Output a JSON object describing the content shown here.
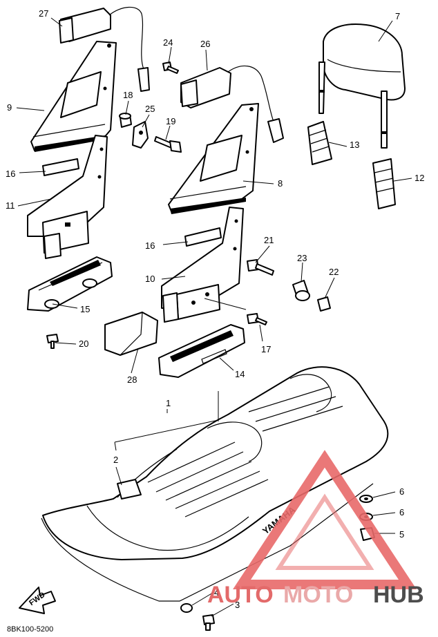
{
  "diagram": {
    "ref_code": "8BK100-5200",
    "fwd_label": "FWD",
    "seat_brand": "YAMAHA",
    "callouts": [
      "1",
      "2",
      "3",
      "4",
      "5",
      "6",
      "6",
      "7",
      "8",
      "9",
      "10",
      "11",
      "12",
      "13",
      "14",
      "15",
      "16",
      "16",
      "17",
      "18",
      "19",
      "20",
      "21",
      "22",
      "23",
      "24",
      "25",
      "26",
      "27",
      "28"
    ]
  },
  "watermark": {
    "part1": "AUTO",
    "part2": "MOTO",
    "part3": "HUB",
    "colors": {
      "auto": "#e05a5a",
      "moto": "#e8a0a0",
      "hub": "#3a3a3a",
      "triangle": "#e86a6a"
    }
  }
}
